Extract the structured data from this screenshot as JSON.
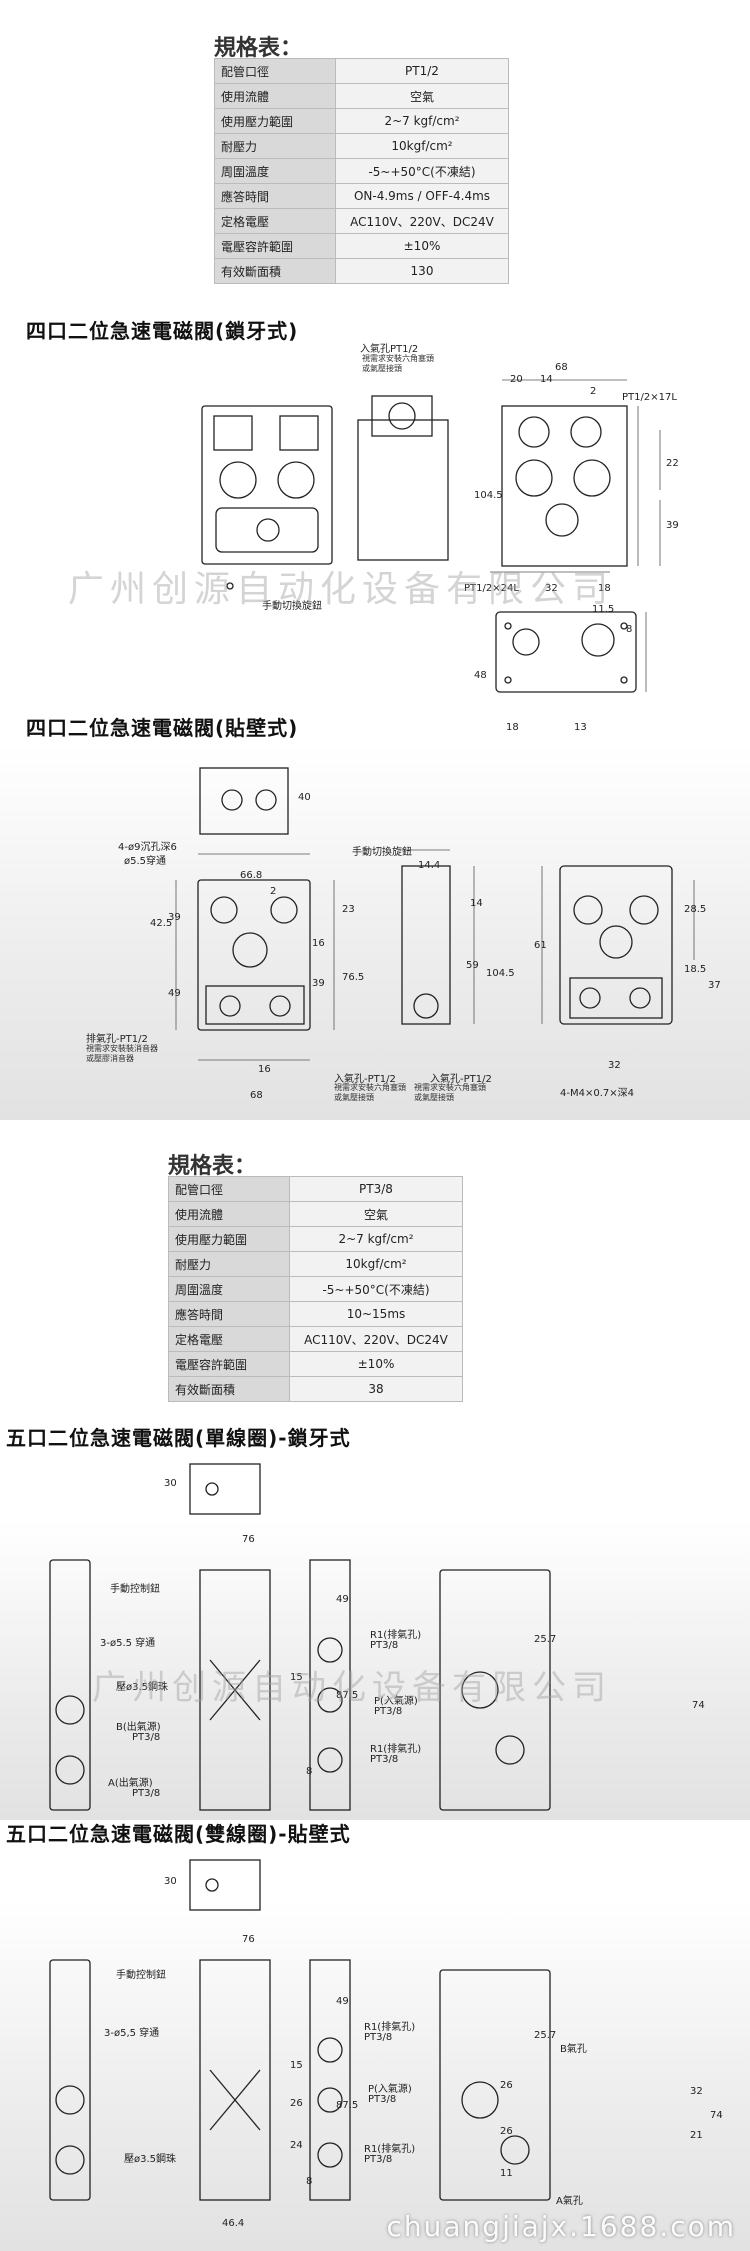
{
  "spec1": {
    "title": "規格表：",
    "rows": [
      [
        "配管口徑",
        "PT1/2"
      ],
      [
        "使用流體",
        "空氣"
      ],
      [
        "使用壓力範圍",
        "2~7 kgf/cm²"
      ],
      [
        "耐壓力",
        "10kgf/cm²"
      ],
      [
        "周圍溫度",
        "-5~+50°C(不凍結)"
      ],
      [
        "應答時間",
        "ON-4.9ms / OFF-4.4ms"
      ],
      [
        "定格電壓",
        "AC110V、220V、DC24V"
      ],
      [
        "電壓容許範圍",
        "±10%"
      ],
      [
        "有效斷面積",
        "130"
      ]
    ]
  },
  "sec1": {
    "heading": "四口二位急速電磁閥(鎖牙式)",
    "labels": {
      "inlet": "入氣孔PT1/2",
      "inlet_note": "視需求安裝六角塞頭\n或氣壓接頭",
      "port": "PT1/2×17L",
      "port24": "PT1/2×24L",
      "knob": "手動切換旋鈕",
      "d68": "68",
      "d20": "20",
      "d14": "14",
      "d2": "2",
      "d1045": "104.5",
      "d22": "22",
      "d32": "32",
      "d39": "39",
      "d18": "18",
      "d115": "11.5",
      "d8": "8",
      "d48": "48",
      "d13": "13"
    }
  },
  "sec2": {
    "heading": "四口二位急速電磁閥(貼壁式)",
    "labels": {
      "holes": "4-ø9沉孔深6",
      "thru": "ø5.5穿通",
      "knob": "手動切換旋鈕",
      "exhaust": "排氣孔-PT1/2",
      "exhaust_note": "視需求安裝裝消音器\n或壓膠消音器",
      "inlet_a": "入氣孔-PT1/2",
      "inlet_b": "入氣孔-PT1/2",
      "inlet_note": "視需求安裝六角塞頭\n或氣壓接頭",
      "screw": "4-M4×0.7×深4",
      "d40": "40",
      "d668": "66.8",
      "d2": "2",
      "d425": "42.5",
      "d39": "39",
      "d23": "23",
      "d16": "16",
      "d765": "76.5",
      "d49": "49",
      "d68": "68",
      "d144": "14.4",
      "d14": "14",
      "d59": "59",
      "d1045": "104.5",
      "d61": "61",
      "d285": "28.5",
      "d185": "18.5",
      "d37": "37",
      "d32": "32"
    }
  },
  "spec2": {
    "title": "規格表：",
    "rows": [
      [
        "配管口徑",
        "PT3/8"
      ],
      [
        "使用流體",
        "空氣"
      ],
      [
        "使用壓力範圍",
        "2~7 kgf/cm²"
      ],
      [
        "耐壓力",
        "10kgf/cm²"
      ],
      [
        "周圍溫度",
        "-5~+50°C(不凍結)"
      ],
      [
        "應答時間",
        "10~15ms"
      ],
      [
        "定格電壓",
        "AC110V、220V、DC24V"
      ],
      [
        "電壓容許範圍",
        "±10%"
      ],
      [
        "有效斷面積",
        "38"
      ]
    ]
  },
  "sec3": {
    "heading": "五口二位急速電磁閥(單線圈)-鎖牙式",
    "labels": {
      "manual": "手動控制鈕",
      "thru": "3-ø5.5 穿通",
      "ball": "壓ø3.5鋼珠",
      "b_out": "B(出氣源)",
      "a_out": "A(出氣源)",
      "pt38a": "PT3/8",
      "pt38b": "PT3/8",
      "r1": "R1(排氣孔)",
      "p_in": "P(入氣源)",
      "r1b": "R1(排氣孔)",
      "pt38c": "PT3/8",
      "pt38d": "PT3/8",
      "pt38e": "PT3/8",
      "d30": "30",
      "d76": "76",
      "d49": "49",
      "d15": "15",
      "d875": "87.5",
      "d8": "8",
      "d257": "25.7",
      "d74": "74"
    }
  },
  "sec4": {
    "heading": "五口二位急速電磁閥(雙線圈)-貼壁式",
    "labels": {
      "manual": "手動控制鈕",
      "thru": "3-ø5,5 穿通",
      "ball": "壓ø3.5鋼珠",
      "r1": "R1(排氣孔)",
      "pt38a": "PT3/8",
      "p_in": "P(入氣源)",
      "pt38b": "PT3/8",
      "r1b": "R1(排氣孔)",
      "pt38c": "PT3/8",
      "b_port": "B氣孔",
      "a_port": "A氣孔",
      "d30": "30",
      "d76": "76",
      "d49": "49",
      "d15": "15",
      "d26": "26",
      "d875": "87.5",
      "d24": "24",
      "d8": "8",
      "d464": "46.4",
      "d257": "25.7",
      "d11": "11",
      "d32": "32",
      "d21": "21",
      "d74": "74"
    }
  },
  "watermark": "广州创源自动化设备有限公司",
  "footer": "chuangjiajx.1688.com"
}
